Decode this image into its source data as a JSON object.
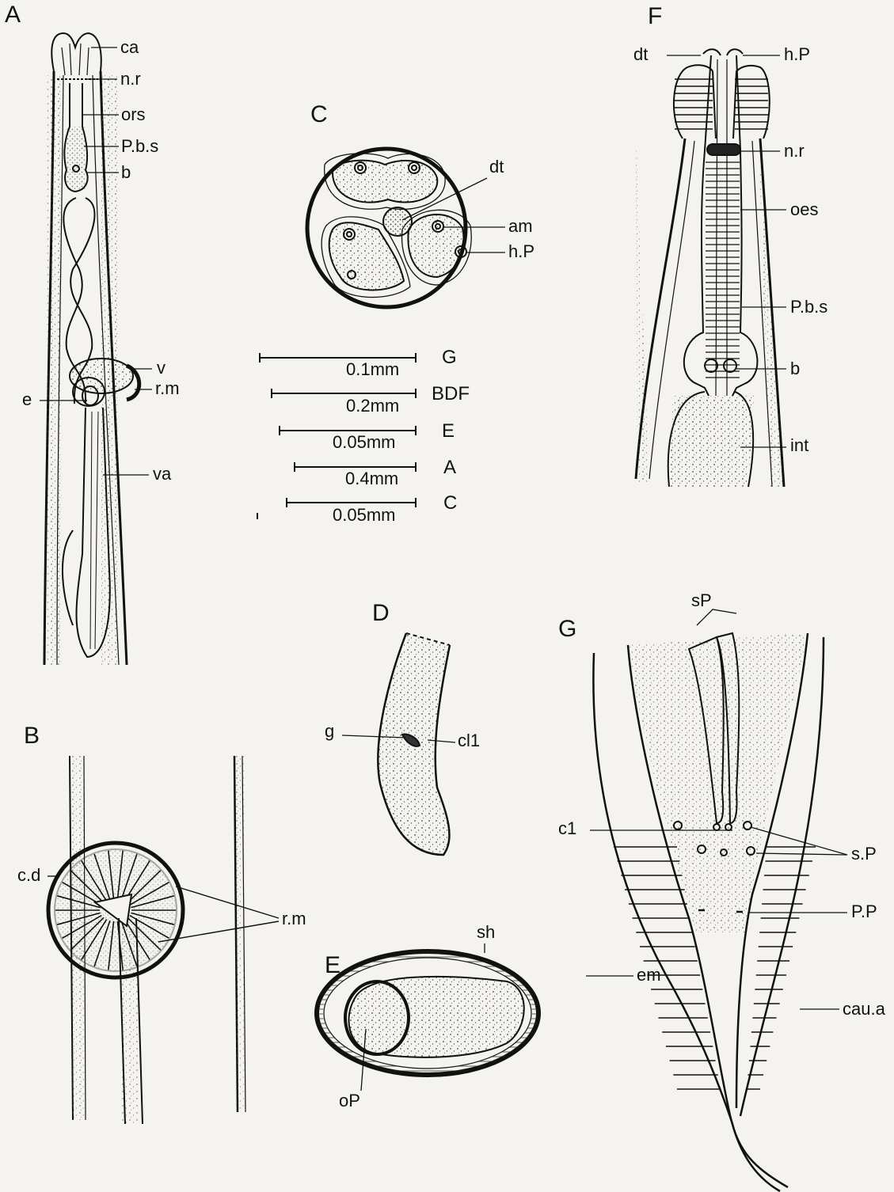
{
  "panels": {
    "A": "A",
    "B": "B",
    "C": "C",
    "D": "D",
    "E": "E",
    "F": "F",
    "G": "G"
  },
  "labels_A": {
    "ca": "ca",
    "nr": "n.r",
    "ors": "ors",
    "pbs": "P.b.s",
    "b": "b",
    "v": "v",
    "rm": "r.m",
    "e": "e",
    "va": "va"
  },
  "labels_B": {
    "cd": "c.d",
    "rm": "r.m"
  },
  "labels_C": {
    "dt": "dt",
    "am": "am",
    "hp": "h.P"
  },
  "labels_D": {
    "g": "g",
    "cl1": "cl1"
  },
  "labels_E": {
    "sh": "sh",
    "em": "em",
    "op": "oP"
  },
  "labels_F": {
    "dt": "dt",
    "hp": "h.P",
    "nr": "n.r",
    "oes": "oes",
    "pbs": "P.b.s",
    "b": "b",
    "int": "int"
  },
  "labels_G": {
    "sp_top": "sP",
    "c1": "c1",
    "sp_side": "s.P",
    "pp": "P.P",
    "caua": "cau.a"
  },
  "scale_bars": [
    {
      "value": "0.1mm",
      "key": "G"
    },
    {
      "value": "0.2mm",
      "key": "BDF"
    },
    {
      "value": "0.05mm",
      "key": "E"
    },
    {
      "value": "0.4mm",
      "key": "A"
    },
    {
      "value": "0.05mm",
      "key": "C"
    }
  ],
  "colors": {
    "ink": "#111111",
    "paper": "#f4f3ef",
    "stipple": "#555555"
  }
}
